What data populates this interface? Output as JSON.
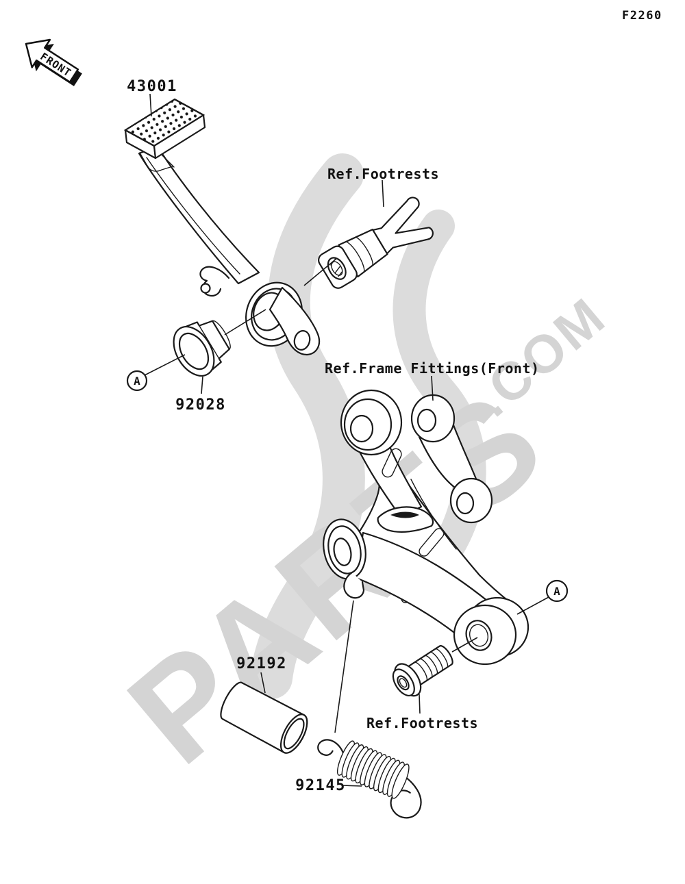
{
  "page": {
    "background": "#ffffff",
    "line_color": "#1a1a1a",
    "code": "F2260",
    "front_arrow_label": "FRONT",
    "callout_letter": "A",
    "watermark": {
      "text_large": "PARTS",
      "text_small": ".COM",
      "color": "#d4d4d4",
      "swoosh_color": "#dcdcdc"
    },
    "part_labels": {
      "pedal": "43001",
      "bushing": "92028",
      "collar": "92192",
      "spring": "92145"
    },
    "ref_labels": {
      "footrests_top": "Ref.Footrests",
      "frame_fittings": "Ref.Frame Fittings(Front)",
      "footrests_bottom": "Ref.Footrests"
    }
  }
}
